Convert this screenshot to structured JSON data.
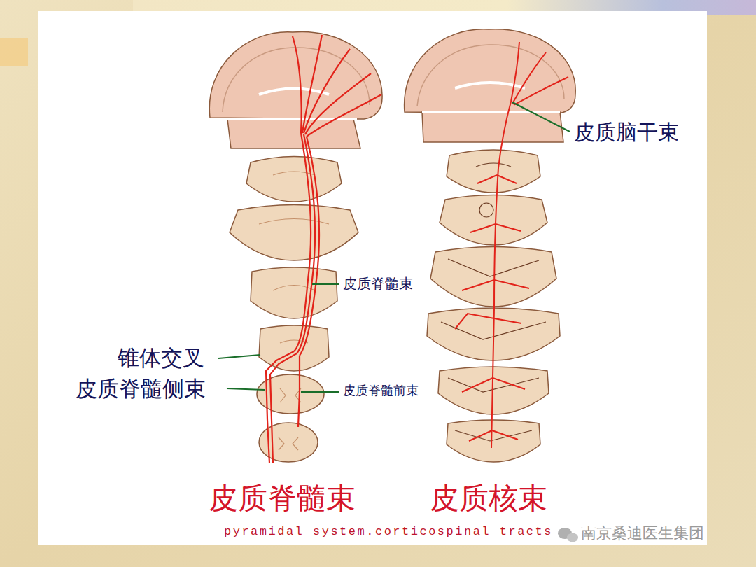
{
  "diagram": {
    "caption": "pyramidal system.corticospinal tracts",
    "labels": [
      "皮质脑干束",
      "皮质脊髓束",
      "锥体交叉",
      "皮质脊髓侧束",
      "皮质脊髓前束",
      "皮质脊髓束",
      "皮质核束",
      "南京桑迪医生集团"
    ]
  }
}
